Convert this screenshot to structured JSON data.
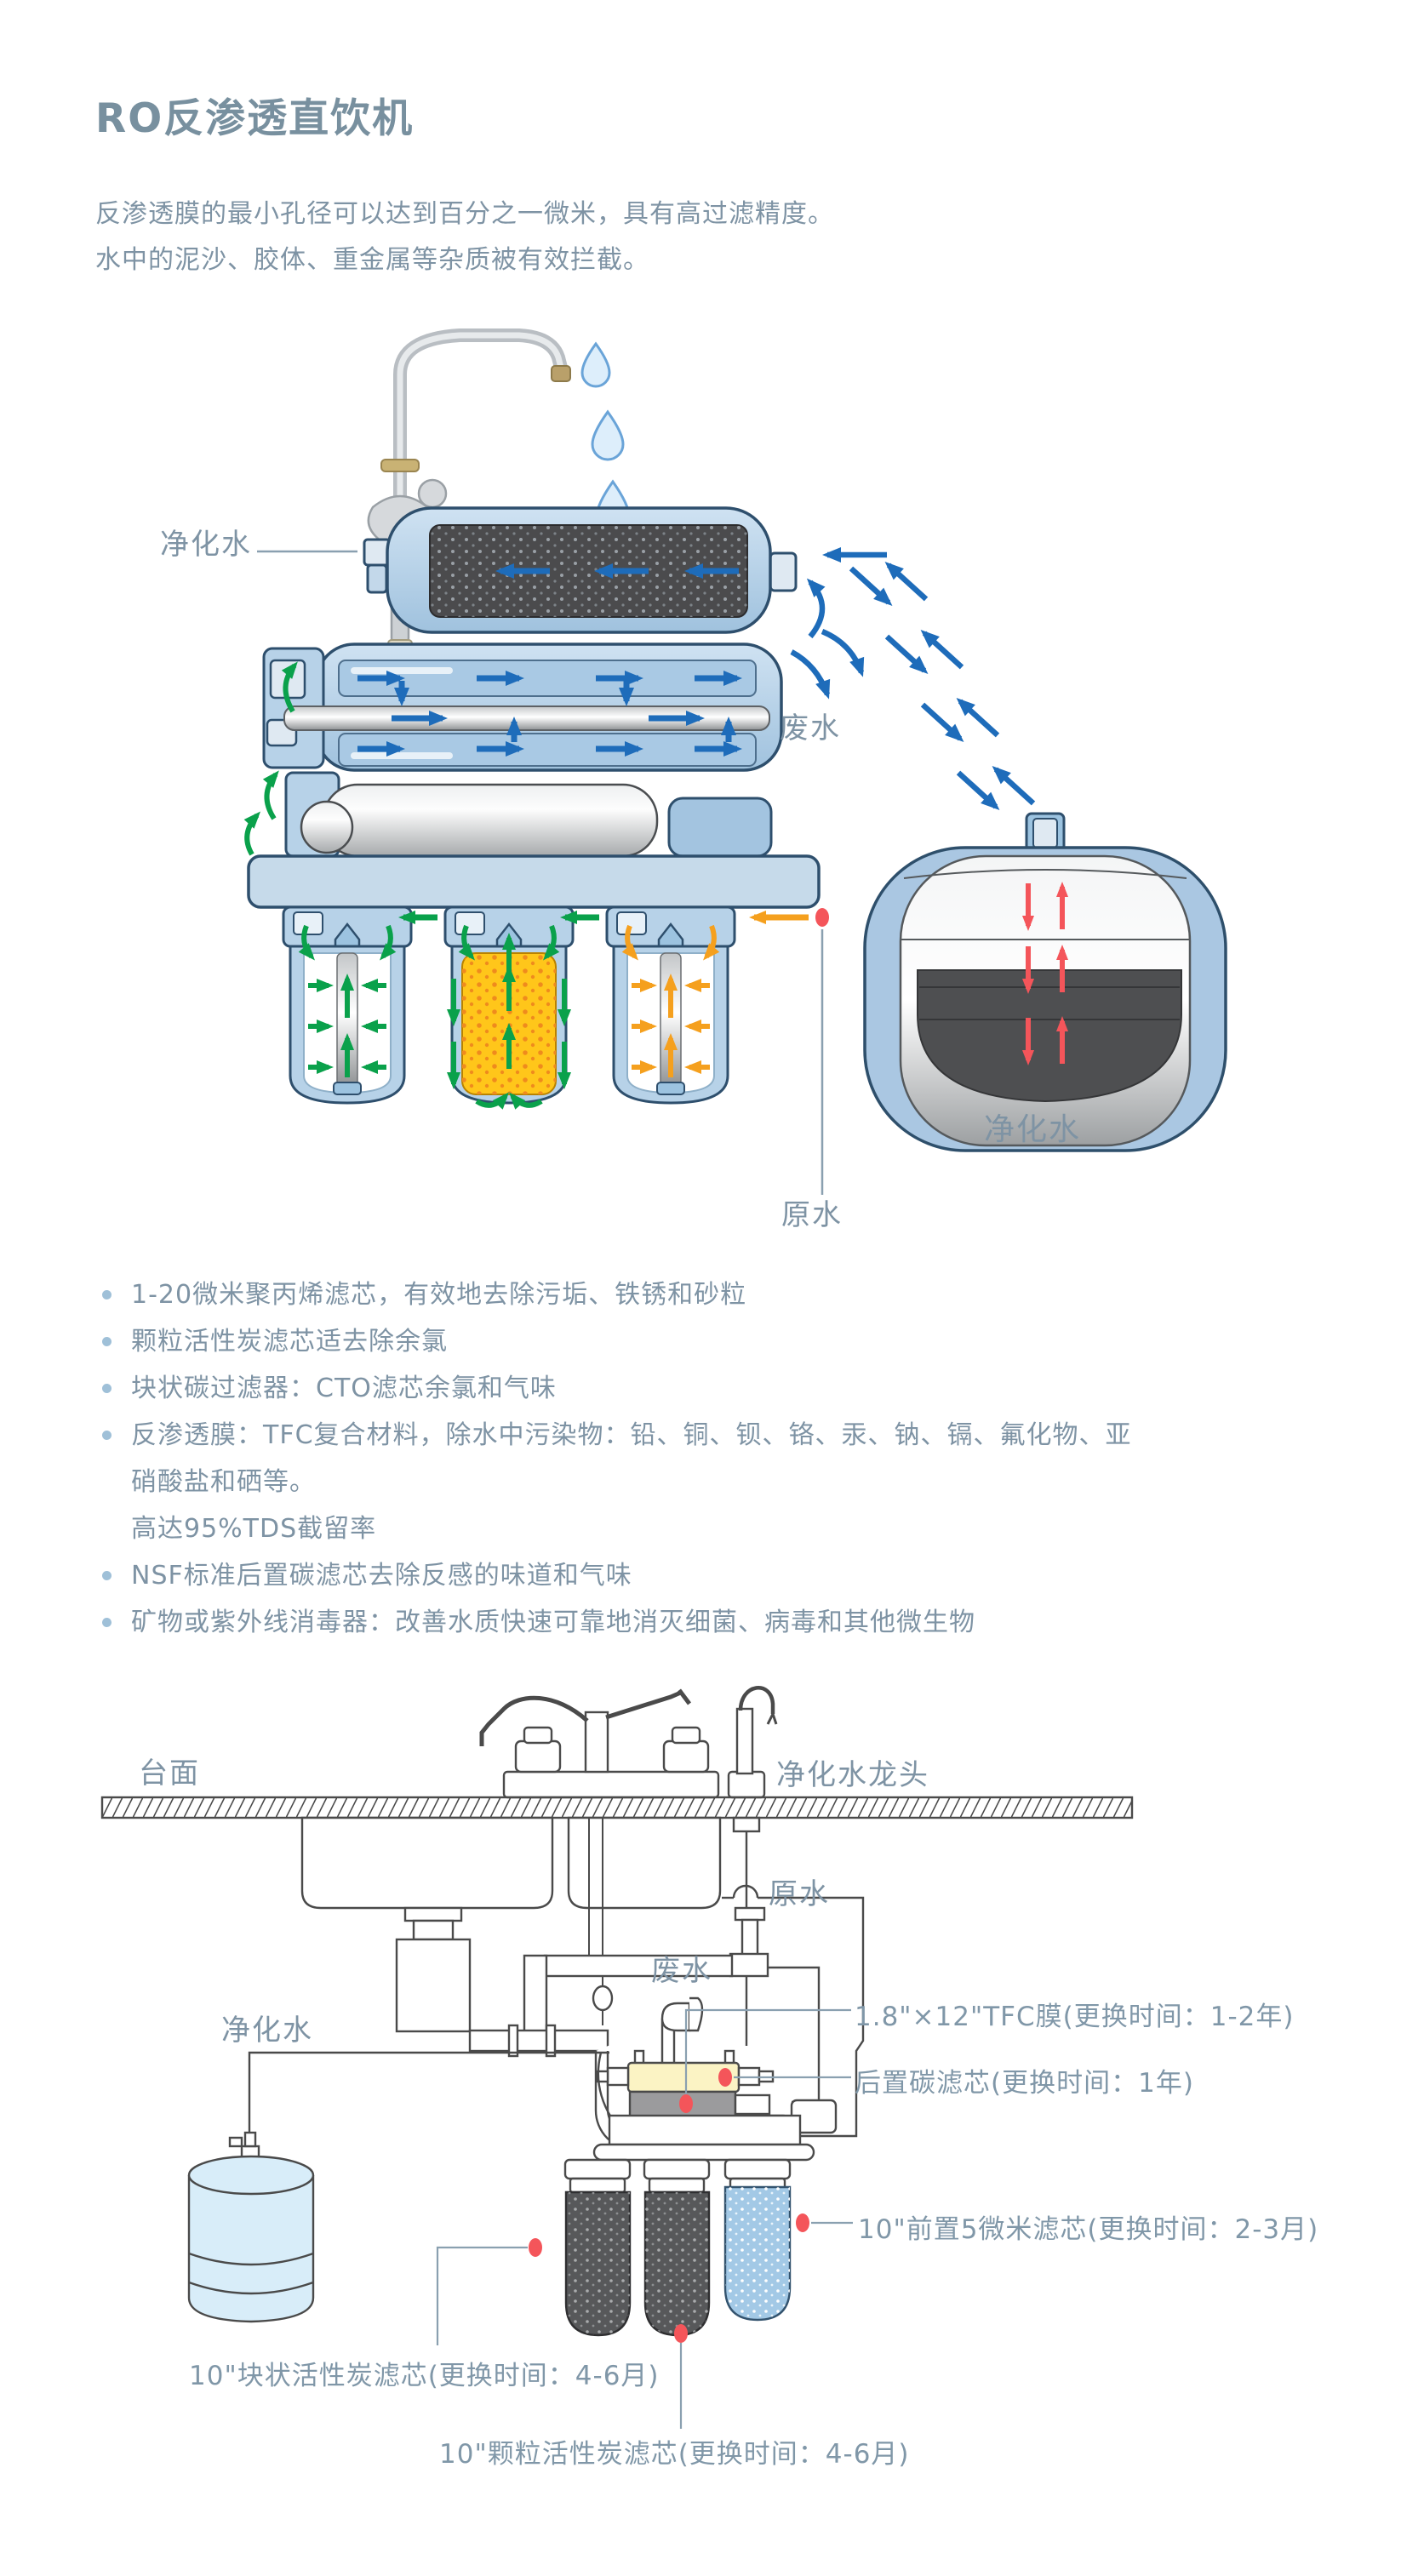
{
  "header": {
    "title": "RO反渗透直饮机",
    "intro_line1": "反渗透膜的最小孔径可以达到百分之一微米，具有高过滤精度。",
    "intro_line2": "水中的泥沙、胶体、重金属等杂质被有效拦截。"
  },
  "features": {
    "items": [
      {
        "text": "1-20微米聚丙烯滤芯，有效地去除污垢、铁锈和砂粒"
      },
      {
        "text": "颗粒活性炭滤芯适去除余氯"
      },
      {
        "text": "块状碳过滤器：CTO滤芯余氯和气味"
      },
      {
        "text": "反渗透膜：TFC复合材料，除水中污染物：铅、铜、钡、铬、汞、钠、镉、氟化物、亚",
        "line2": "硝酸盐和硒等。",
        "line3": "高达95%TDS截留率"
      },
      {
        "text": "NSF标准后置碳滤芯去除反感的味道和气味"
      },
      {
        "text": "矿物或紫外线消毒器：改善水质快速可靠地消灭细菌、病毒和其他微生物"
      }
    ]
  },
  "diagram_system": {
    "labels": {
      "purified_water": "净化水",
      "waste_water": "废水",
      "raw_water": "原水",
      "tank_purified_water": "净化水"
    }
  },
  "diagram_install": {
    "labels": {
      "countertop": "台面",
      "purified_faucet": "净化水龙头",
      "raw_water": "原水",
      "waste_water": "废水",
      "purified_water": "净化水"
    },
    "callouts": {
      "tfc_membrane": "1.8\"×12\"TFC膜(更换时间：1-2年)",
      "post_carbon": "后置碳滤芯(更换时间：1年)",
      "pre_sediment": "10\"前置5微米滤芯(更换时间：2-3月)",
      "cto_carbon": "10\"块状活性炭滤芯(更换时间：4-6月)",
      "granular_carbon": "10\"颗粒活性炭滤芯(更换时间：4-6月)"
    }
  },
  "colors": {
    "text": "#7e93a4",
    "arrow_blue": "#1e6cba",
    "arrow_green": "#0aa14b",
    "arrow_orange": "#f5a01e",
    "arrow_red": "#f4555a",
    "housing_blue": "#b7d2e8",
    "outline_blue": "#2e4f6d",
    "cartridge_yellow": "#ffc61a",
    "callout_red_dot": "#f4555a",
    "line_art": "#4a4a4a"
  }
}
